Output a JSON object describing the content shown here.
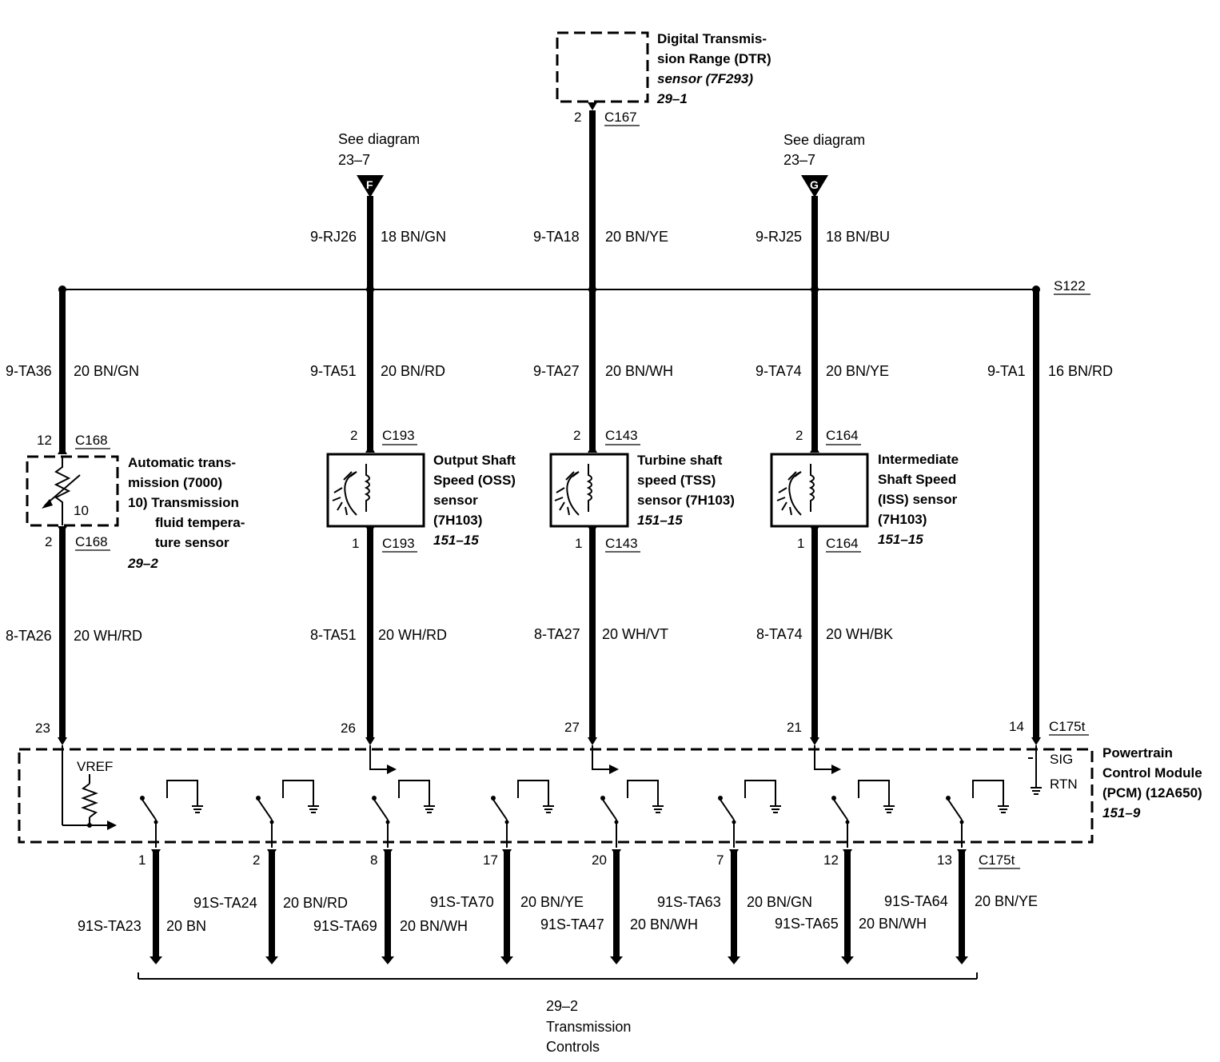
{
  "dtr": {
    "lines": [
      "Digital Transmis-",
      "sion Range (DTR)",
      "sensor (7F293)"
    ],
    "ref": "29–1",
    "pin": "2",
    "connector": "C167"
  },
  "see_left": {
    "text": "See diagram",
    "ref": "23–7",
    "letter": "F"
  },
  "see_right": {
    "text": "See diagram",
    "ref": "23–7",
    "letter": "G"
  },
  "splice": "S122",
  "upper_wires": [
    {
      "circuit": "9-RJ26",
      "gauge": "18 BN/GN"
    },
    {
      "circuit": "9-TA18",
      "gauge": "20 BN/YE"
    },
    {
      "circuit": "9-RJ25",
      "gauge": "18 BN/BU"
    }
  ],
  "columns": [
    {
      "circuit1": "9-TA36",
      "gauge1": "20 BN/GN",
      "pin_top": "12",
      "conn_top": "C168",
      "pin_bot": "2",
      "conn_bot": "C168",
      "circuit2": "8-TA26",
      "gauge2": "20 WH/RD",
      "pcm_pin": "23"
    },
    {
      "circuit1": "9-TA51",
      "gauge1": "20 BN/RD",
      "pin_top": "2",
      "conn_top": "C193",
      "pin_bot": "1",
      "conn_bot": "C193",
      "circuit2": "8-TA51",
      "gauge2": "20 WH/RD",
      "pcm_pin": "26"
    },
    {
      "circuit1": "9-TA27",
      "gauge1": "20 BN/WH",
      "pin_top": "2",
      "conn_top": "C143",
      "pin_bot": "1",
      "conn_bot": "C143",
      "circuit2": "8-TA27",
      "gauge2": "20 WH/VT",
      "pcm_pin": "27"
    },
    {
      "circuit1": "9-TA74",
      "gauge1": "20 BN/YE",
      "pin_top": "2",
      "conn_top": "C164",
      "pin_bot": "1",
      "conn_bot": "C164",
      "circuit2": "8-TA74",
      "gauge2": "20 WH/BK",
      "pcm_pin": "21"
    },
    {
      "circuit1": "9-TA1",
      "gauge1": "16 BN/RD",
      "pcm_pin": "14",
      "pcm_conn": "C175t"
    }
  ],
  "tft": {
    "lines": [
      "Automatic trans-",
      "mission (7000)",
      "10)  Transmission",
      "fluid tempera-",
      "ture sensor"
    ],
    "ref": "29–2",
    "pin_label": "10"
  },
  "oss": {
    "lines": [
      "Output Shaft",
      "Speed (OSS)",
      "sensor",
      "(7H103)"
    ],
    "ref": "151–15"
  },
  "tss": {
    "lines": [
      "Turbine shaft",
      "speed (TSS)",
      "sensor (7H103)"
    ],
    "ref": "151–15"
  },
  "iss": {
    "lines": [
      "Intermediate",
      "Shaft Speed",
      "(ISS) sensor",
      "(7H103)"
    ],
    "ref": "151–15"
  },
  "pcm": {
    "lines": [
      "Powertrain",
      "Control Module",
      "(PCM) (12A650)"
    ],
    "ref": "151–9",
    "vref": "VREF",
    "sig": "SIG",
    "rtn": "RTN"
  },
  "outputs": [
    {
      "pin": "1",
      "circuit": "91S-TA23",
      "gauge": "20 BN"
    },
    {
      "pin": "2",
      "circuit": "91S-TA24",
      "gauge": "20 BN/RD"
    },
    {
      "pin": "8",
      "circuit": "91S-TA69",
      "gauge": "20 BN/WH"
    },
    {
      "pin": "17",
      "circuit": "91S-TA70",
      "gauge": "20 BN/YE"
    },
    {
      "pin": "20",
      "circuit": "91S-TA47",
      "gauge": "20 BN/WH"
    },
    {
      "pin": "7",
      "circuit": "91S-TA63",
      "gauge": "20 BN/GN"
    },
    {
      "pin": "12",
      "circuit": "91S-TA65",
      "gauge": "20 BN/WH"
    },
    {
      "pin": "13",
      "circuit": "91S-TA64",
      "gauge": "20 BN/YE"
    }
  ],
  "output_conn": "C175t",
  "bottom": {
    "ref": "29–2",
    "lines": [
      "Transmission",
      "Controls"
    ]
  }
}
